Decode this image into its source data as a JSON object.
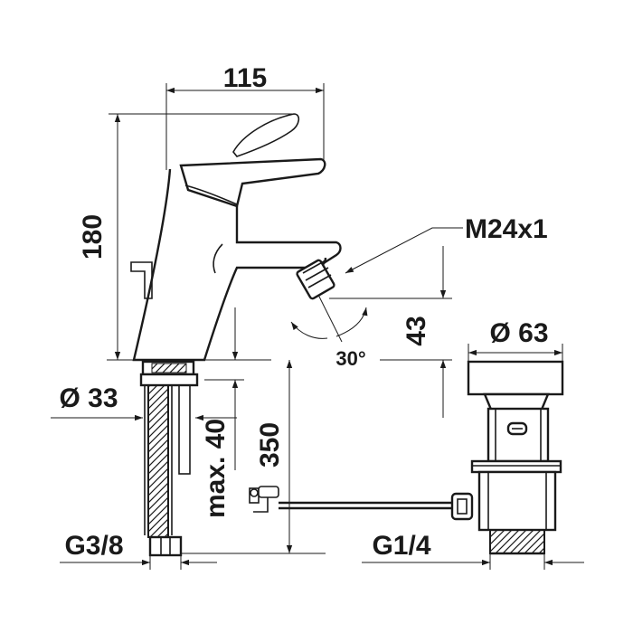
{
  "dimensions": {
    "width_115": "115",
    "height_180": "180",
    "thread_m24": "M24x1",
    "height_43": "43",
    "angle_30": "30°",
    "diameter_63": "Ø 63",
    "diameter_33": "Ø 33",
    "max_40": "max. 40",
    "length_350": "350",
    "thread_g38": "G3/8",
    "thread_g14": "G1/4"
  },
  "colors": {
    "line": "#1a1a1a",
    "background": "#ffffff"
  }
}
